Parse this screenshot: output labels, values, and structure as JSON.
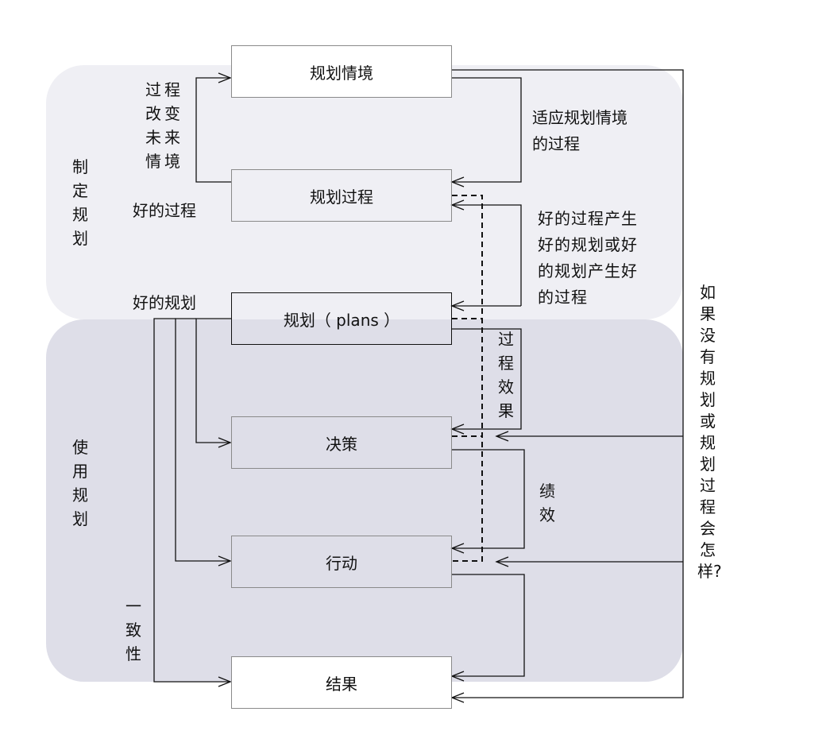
{
  "regions": {
    "planning": "制定规划",
    "using": "使用规划"
  },
  "boxes": {
    "situation": "规划情境",
    "process": "规划过程",
    "plans": "规划（ plans ）",
    "decision": "决策",
    "action": "行动",
    "result": "结果"
  },
  "labels": {
    "process_changes": "过程\n改变\n未来\n情境",
    "good_process": "好的过程",
    "good_plan": "好的规划",
    "adapt": "适应规划情境\n的过程",
    "good_cycle": "好的过程产生\n好的规划或好\n的规划产生好\n的过程",
    "process_effect": "过程效果",
    "performance": "绩效",
    "consistency": "一致性",
    "what_if": "如果没有规划或规划过程会怎样?"
  }
}
